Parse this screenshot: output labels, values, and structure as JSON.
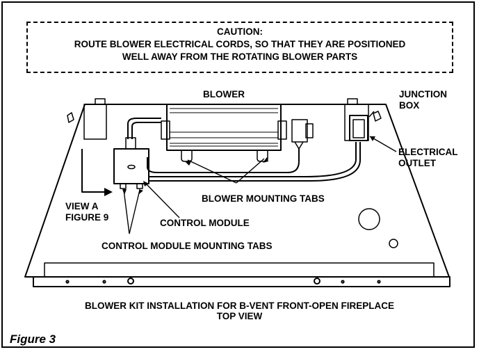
{
  "caution": {
    "title": "CAUTION:",
    "line1": "ROUTE BLOWER ELECTRICAL CORDS, SO THAT THEY ARE POSITIONED",
    "line2": "WELL AWAY FROM THE ROTATING BLOWER PARTS"
  },
  "labels": {
    "blower": "BLOWER",
    "junction_1": "JUNCTION",
    "junction_2": "BOX",
    "outlet_1": "ELECTRICAL",
    "outlet_2": "OUTLET",
    "mounting_tabs": "BLOWER MOUNTING TABS",
    "view_a_1": "VIEW A",
    "view_a_2": "FIGURE 9",
    "control_module": "CONTROL MODULE",
    "control_tabs": "CONTROL MODULE MOUNTING TABS"
  },
  "caption": {
    "line1": "BLOWER KIT INSTALLATION FOR B-VENT FRONT-OPEN FIREPLACE",
    "line2": "TOP VIEW"
  },
  "figure_label": "Figure 3"
}
